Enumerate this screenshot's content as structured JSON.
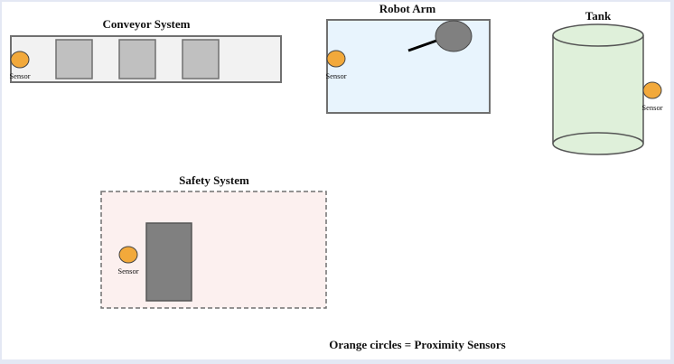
{
  "sections": {
    "conveyor": {
      "title": "Conveyor System",
      "sensor_label": "Sensor",
      "item_count": 3
    },
    "robot_arm": {
      "title": "Robot Arm",
      "sensor_label": "Sensor"
    },
    "tank": {
      "title": "Tank",
      "sensor_label": "Sensor"
    },
    "safety": {
      "title": "Safety System",
      "sensor_label": "Sensor"
    }
  },
  "legend": {
    "text": "Orange circles = Proximity Sensors"
  },
  "colors": {
    "sensor": "#f2a93b",
    "conveyor_bg": "#f2f2f2",
    "conveyor_item": "#c0c0c0",
    "robot_bg": "#e8f4fd",
    "robot_joint": "#808080",
    "tank_fill": "#dff0da",
    "safety_bg": "#fcf0ef",
    "safety_block": "#808080",
    "outline": "#707070"
  },
  "icons": {
    "sensor": "circle"
  }
}
